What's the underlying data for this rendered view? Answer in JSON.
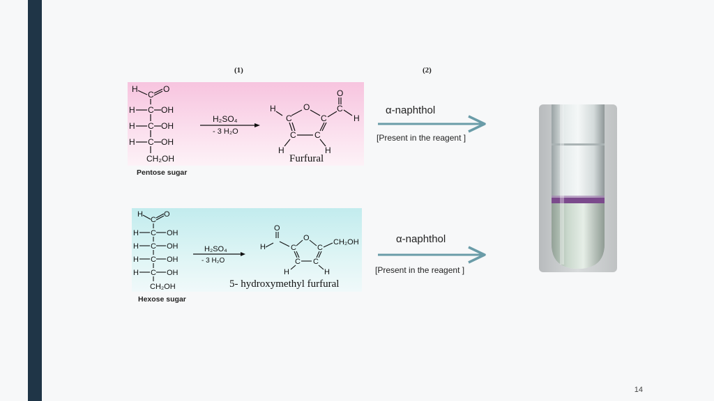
{
  "step_labels": {
    "step1": "(1)",
    "step2": "(2)"
  },
  "pentose": {
    "caption": "Pentose sugar",
    "product_name": "Furfural",
    "acid": "H₂SO₄",
    "water": "- 3 H₂O",
    "reagent": "α-naphthol",
    "reagent_note": "[Present in the reagent ]",
    "bg_color": "#f9d6ea"
  },
  "hexose": {
    "caption": "Hexose sugar",
    "product_name": "5- hydroxymethyl furfural",
    "acid": "H₂SO₄",
    "water": "- 3 H₂O",
    "reagent": "α-naphthol",
    "reagent_note": "[Present in the reagent ]",
    "bg_color": "#cdeff0"
  },
  "arrow_color": "#6a9ca8",
  "page_number": "14"
}
